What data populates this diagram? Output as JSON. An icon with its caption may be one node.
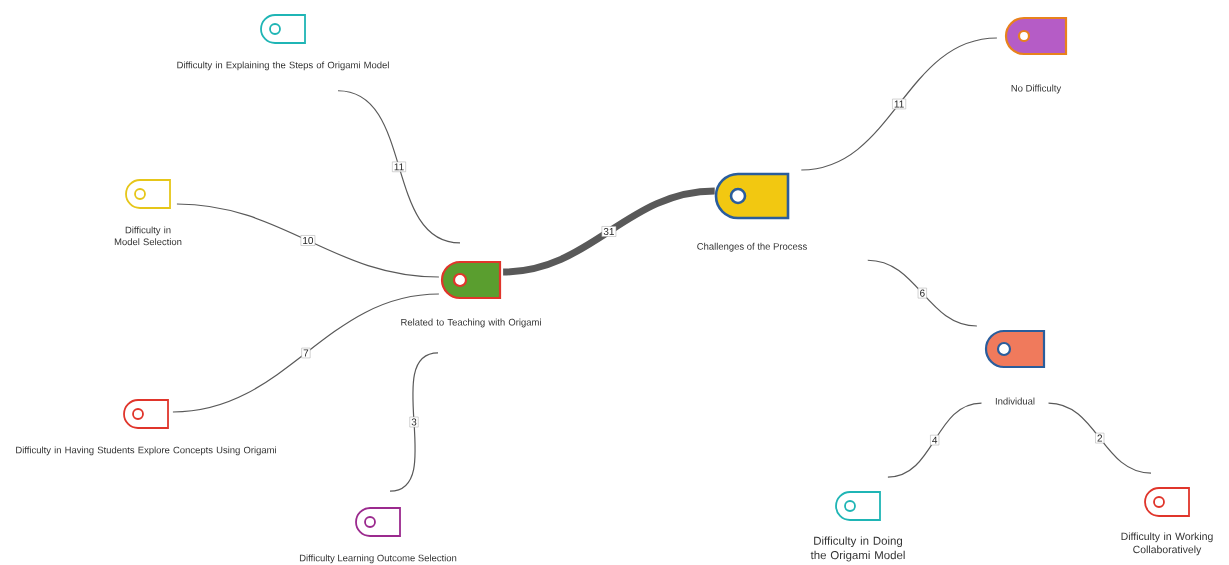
{
  "diagram": {
    "nodes": [
      {
        "text": [
          "Challenges of the Process"
        ]
      },
      {
        "text": [
          "Related to Teaching with Origami"
        ]
      },
      {
        "text": [
          "No Difficulty"
        ]
      },
      {
        "text": [
          "Individual"
        ]
      },
      {
        "text": [
          "Difficulty in Explaining the Steps of Origami Model"
        ]
      },
      {
        "text": [
          "Difficulty in Model Selection"
        ]
      },
      {
        "text": [
          "Difficulty in Having Students Explore Concepts Using Origami"
        ]
      },
      {
        "text": [
          "Difficulty Learning Outcome Selection"
        ]
      },
      {
        "text": [
          "Difficulty in Doing the Origami Model"
        ]
      },
      {
        "text": [
          "Difficulty in Working Collaboratively"
        ]
      }
    ],
    "edges": [
      {
        "from": 0,
        "to": 1,
        "arrow": "none",
        "label": "31",
        "style": "thick"
      },
      {
        "from": 1,
        "to": 4,
        "arrow": "none",
        "label": "11"
      },
      {
        "from": 1,
        "to": 5,
        "arrow": "none",
        "label": "10"
      },
      {
        "from": 1,
        "to": 6,
        "arrow": "none",
        "label": "7"
      },
      {
        "from": 1,
        "to": 7,
        "arrow": "none",
        "label": "3"
      },
      {
        "from": 0,
        "to": 2,
        "arrow": "none",
        "label": "11"
      },
      {
        "from": 0,
        "to": 3,
        "arrow": "none",
        "label": "6"
      },
      {
        "from": 3,
        "to": 8,
        "arrow": "none",
        "label": "4"
      },
      {
        "from": 3,
        "to": 9,
        "arrow": "none",
        "label": "2"
      }
    ]
  }
}
